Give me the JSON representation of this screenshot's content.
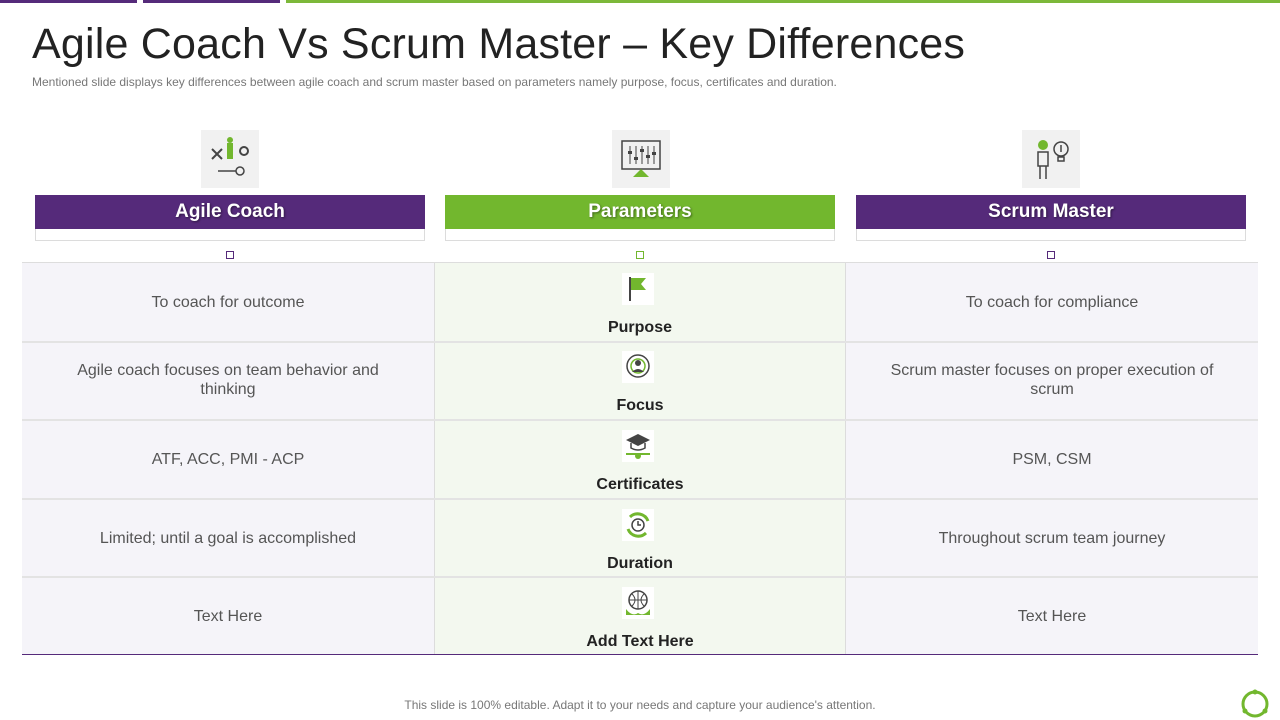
{
  "slide": {
    "title": "Agile Coach Vs Scrum Master – Key Differences",
    "subtitle": "Mentioned slide displays key differences  between  agile coach and scrum master based on parameters namely purpose, focus, certificates and duration.",
    "footer": "This slide is 100% editable. Adapt it to your needs and capture your audience's attention."
  },
  "columns": {
    "left": {
      "label": "Agile Coach",
      "icon": "coach-tools-icon"
    },
    "middle": {
      "label": "Parameters",
      "icon": "monitor-sliders-icon"
    },
    "right": {
      "label": "Scrum Master",
      "icon": "person-lightbulb-icon"
    }
  },
  "rows": [
    {
      "parameter": "Purpose",
      "icon": "flag-icon",
      "agile": "To coach for outcome",
      "scrum": "To coach for compliance"
    },
    {
      "parameter": "Focus",
      "icon": "target-person-icon",
      "agile": "Agile coach focuses on team behavior and thinking",
      "scrum": "Scrum master focuses on proper execution of scrum"
    },
    {
      "parameter": "Certificates",
      "icon": "graduation-cap-icon",
      "agile": "ATF, ACC, PMI - ACP",
      "scrum": "PSM, CSM"
    },
    {
      "parameter": "Duration",
      "icon": "clock-cycle-icon",
      "agile": "Limited; until  a goal is accomplished",
      "scrum": "Throughout  scrum team journey"
    },
    {
      "parameter": "Add Text Here",
      "icon": "globe-hands-icon",
      "agile": "Text Here",
      "scrum": "Text Here"
    }
  ],
  "colors": {
    "purple": "#552a7a",
    "green": "#72b72e"
  }
}
